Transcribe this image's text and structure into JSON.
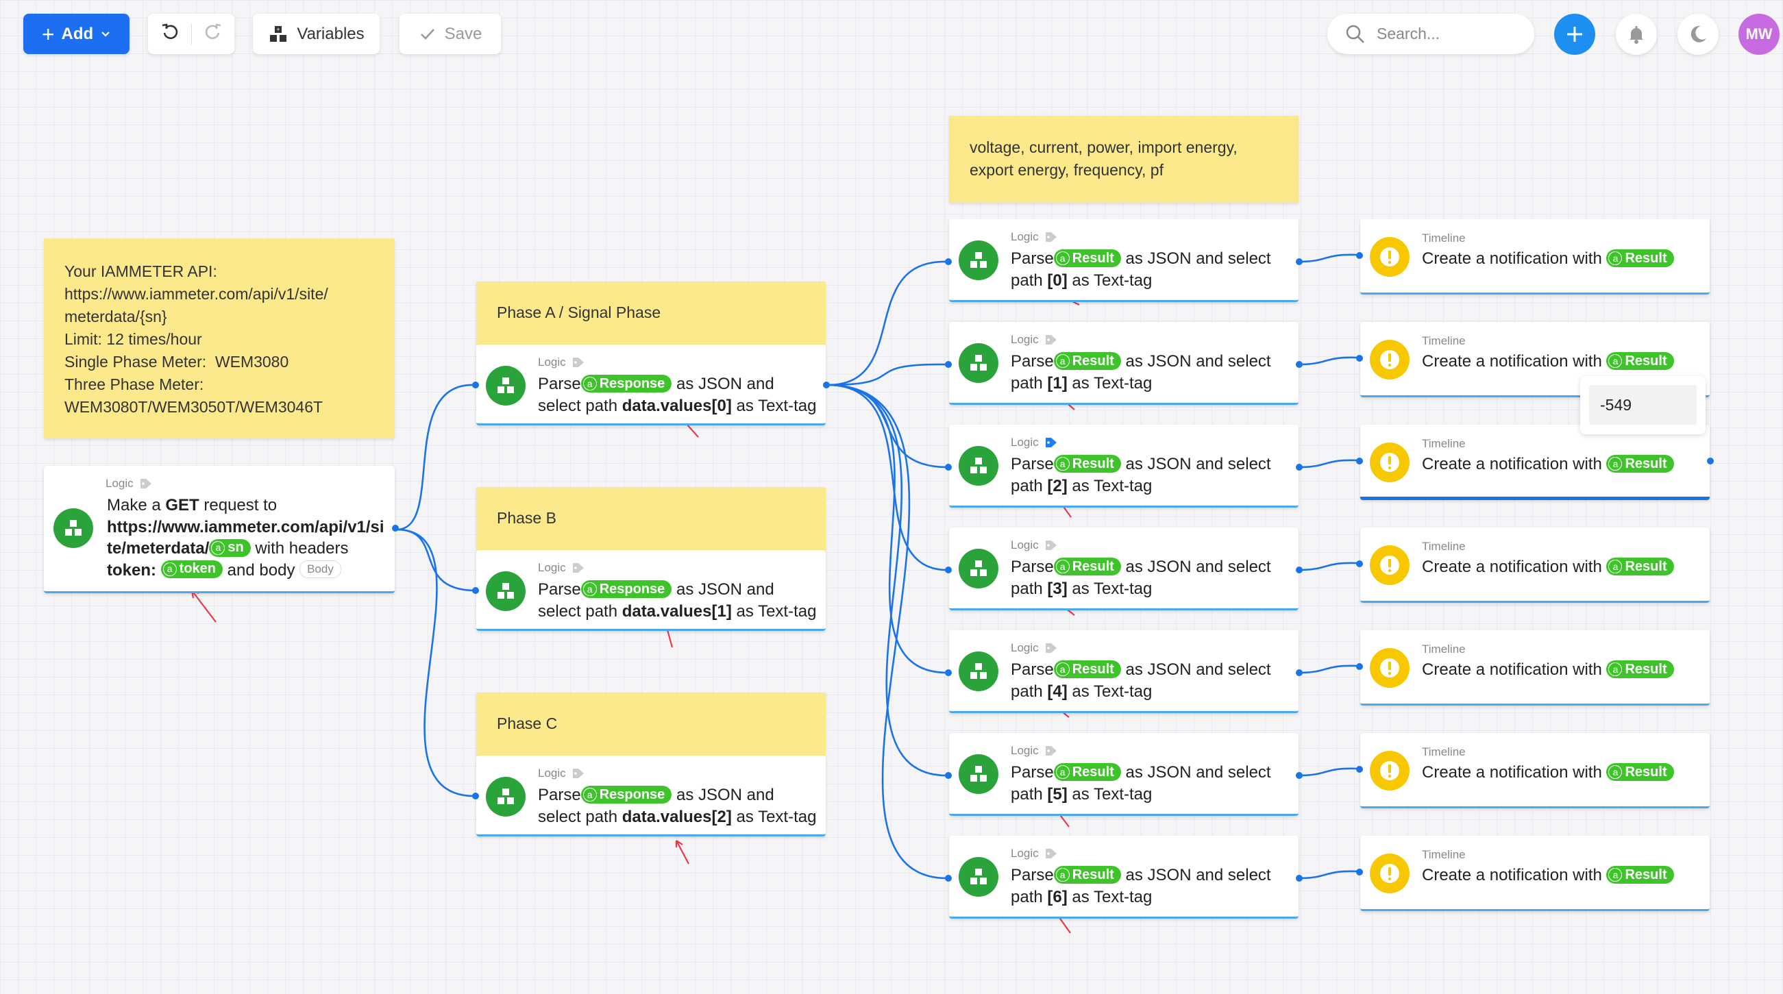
{
  "toolbar": {
    "add_label": "Add",
    "variables_label": "Variables",
    "save_label": "Save",
    "search_placeholder": "Search...",
    "avatar_initials": "MW",
    "accent": "#1d6ff2"
  },
  "notes": {
    "api": {
      "lines": [
        "Your IAMMETER API:",
        "https://www.iammeter.com/api/v1/site/",
        "meterdata/{sn}",
        "Limit: 12 times/hour",
        "Single Phase Meter:  WEM3080",
        "Three Phase Meter:",
        "WEM3080T/WEM3050T/WEM3046T"
      ]
    },
    "fields": {
      "lines": [
        "voltage, current, power, import energy,",
        "export energy, frequency, pf"
      ]
    },
    "phase_a": "Phase A / Signal Phase",
    "phase_b": "Phase B",
    "phase_c": "Phase C"
  },
  "request_node": {
    "label": "Logic",
    "t1": "Make a ",
    "method": "GET",
    "t2": " request to",
    "url_line1": "https://www.iammeter.com/api/v1/si",
    "url_line2": "te/meterdata/",
    "sn_chip": "sn",
    "t3": " with headers",
    "token_label": "token:",
    "token_chip": "token",
    "t4": " and body",
    "body_tag": "Body"
  },
  "phase_nodes": [
    {
      "label": "Logic",
      "t1": "Parse",
      "chip": "Response",
      "t2": " as JSON and",
      "t3": "select path ",
      "path": "data.values[0]",
      "t4": " as Text-tag"
    },
    {
      "label": "Logic",
      "t1": "Parse",
      "chip": "Response",
      "t2": " as JSON and",
      "t3": "select path ",
      "path": "data.values[1]",
      "t4": " as Text-tag"
    },
    {
      "label": "Logic",
      "t1": "Parse",
      "chip": "Response",
      "t2": " as JSON and",
      "t3": "select path ",
      "path": "data.values[2]",
      "t4": " as Text-tag"
    }
  ],
  "parse_nodes": [
    {
      "label": "Logic",
      "t1": "Parse",
      "chip": "Result",
      "t2": " as JSON and select",
      "t3": "path ",
      "path": "[0]",
      "t4": " as Text-tag"
    },
    {
      "label": "Logic",
      "t1": "Parse",
      "chip": "Result",
      "t2": " as JSON and select",
      "t3": "path ",
      "path": "[1]",
      "t4": " as Text-tag"
    },
    {
      "label": "Logic",
      "t1": "Parse",
      "chip": "Result",
      "t2": " as JSON and select",
      "t3": "path ",
      "path": "[2]",
      "t4": " as Text-tag"
    },
    {
      "label": "Logic",
      "t1": "Parse",
      "chip": "Result",
      "t2": " as JSON and select",
      "t3": "path ",
      "path": "[3]",
      "t4": " as Text-tag"
    },
    {
      "label": "Logic",
      "t1": "Parse",
      "chip": "Result",
      "t2": " as JSON and select",
      "t3": "path ",
      "path": "[4]",
      "t4": " as Text-tag"
    },
    {
      "label": "Logic",
      "t1": "Parse",
      "chip": "Result",
      "t2": " as JSON and select",
      "t3": "path ",
      "path": "[5]",
      "t4": " as Text-tag"
    },
    {
      "label": "Logic",
      "t1": "Parse",
      "chip": "Result",
      "t2": " as JSON and select",
      "t3": "path ",
      "path": "[6]",
      "t4": " as Text-tag"
    }
  ],
  "timeline_nodes": [
    {
      "label": "Timeline",
      "text": "Create a notification with",
      "chip": "Result"
    },
    {
      "label": "Timeline",
      "text": "Create a notification with",
      "chip": "Result"
    },
    {
      "label": "Timeline",
      "text": "Create a notification with",
      "chip": "Result"
    },
    {
      "label": "Timeline",
      "text": "Create a notification with",
      "chip": "Result"
    },
    {
      "label": "Timeline",
      "text": "Create a notification with",
      "chip": "Result"
    },
    {
      "label": "Timeline",
      "text": "Create a notification with",
      "chip": "Result"
    },
    {
      "label": "Timeline",
      "text": "Create a notification with",
      "chip": "Result"
    }
  ],
  "tooltip": {
    "value": "-549"
  },
  "colors": {
    "wire": "#1a73e8",
    "note": "#fbe98c",
    "logic_icon": "#2aa33a",
    "timeline_icon": "#f7c800",
    "chip": "#3ec42a",
    "arrow": "#e8394a"
  }
}
